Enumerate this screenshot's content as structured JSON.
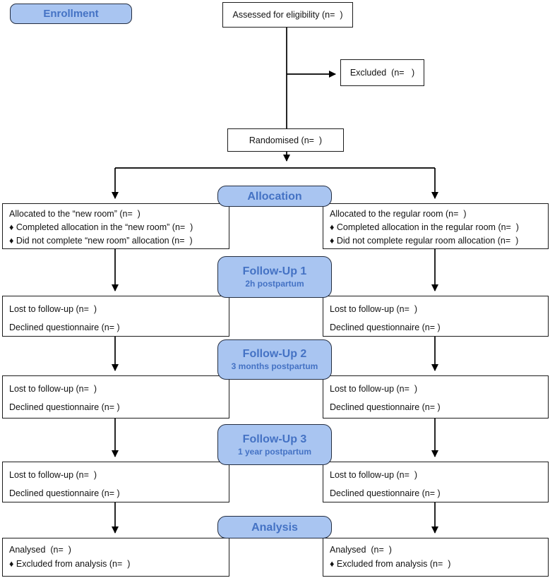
{
  "colors": {
    "background": "#ffffff",
    "section_fill": "#a9c5f1",
    "section_border": "#232d40",
    "section_text": "#4472c4",
    "box_border": "#1c1c1c",
    "connector": "#000000"
  },
  "labels": {
    "enrollment": "Enrollment"
  },
  "flow": {
    "assessed": "Assessed for eligibility (n=  )",
    "excluded": "Excluded  (n=   )",
    "randomised": "Randomised (n=  )"
  },
  "sections": [
    {
      "id": "allocation",
      "title": "Allocation",
      "subtitle": ""
    },
    {
      "id": "followup1",
      "title": "Follow-Up 1",
      "subtitle": "2h postpartum"
    },
    {
      "id": "followup2",
      "title": "Follow-Up 2",
      "subtitle": "3 months postpartum"
    },
    {
      "id": "followup3",
      "title": "Follow-Up 3",
      "subtitle": "1 year postpartum"
    },
    {
      "id": "analysis",
      "title": "Analysis",
      "subtitle": ""
    }
  ],
  "arms": {
    "allocation": {
      "left": [
        "Allocated to the “new room” (n=  )",
        "♦ Completed allocation in the “new room” (n=  )",
        "♦ Did not complete “new room” allocation (n=  )"
      ],
      "right": [
        "Allocated to the regular room (n=  )",
        "♦ Completed allocation in the regular room (n=  )",
        "♦ Did not complete regular room allocation (n=  )"
      ]
    },
    "followup1": {
      "left": [
        "Lost to follow-up (n=  )",
        "Declined questionnaire (n= )"
      ],
      "right": [
        "Lost to follow-up (n=  )",
        "Declined questionnaire (n= )"
      ]
    },
    "followup2": {
      "left": [
        "Lost to follow-up (n=  )",
        "Declined questionnaire (n= )"
      ],
      "right": [
        "Lost to follow-up (n=  )",
        "Declined questionnaire (n= )"
      ]
    },
    "followup3": {
      "left": [
        "Lost to follow-up (n=  )",
        "Declined questionnaire (n= )"
      ],
      "right": [
        "Lost to follow-up (n=  )",
        "Declined questionnaire (n= )"
      ]
    },
    "analysis": {
      "left": [
        "Analysed  (n=  )",
        "♦ Excluded from analysis (n=  )"
      ],
      "right": [
        "Analysed  (n=  )",
        "♦ Excluded from analysis (n=  )"
      ]
    }
  }
}
